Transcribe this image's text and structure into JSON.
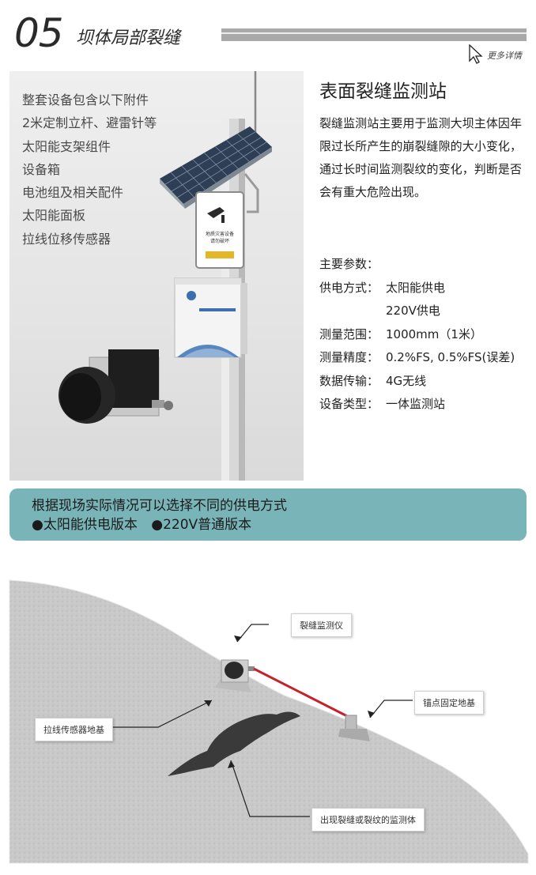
{
  "header": {
    "number": "05",
    "title": "坝体局部裂缝",
    "more_link": "更多详情"
  },
  "accessories": [
    "整套设备包含以下附件",
    "2米定制立杆、避雷针等",
    "太阳能支架组件",
    "设备箱",
    "电池组及相关配件",
    "太阳能面板",
    "拉线位移传感器"
  ],
  "sign_text": [
    "地质灾害设备",
    "请勿破坏"
  ],
  "station": {
    "title": "表面裂缝监测站",
    "description": "裂缝监测站主要用于监测大坝主体因年限过长所产生的崩裂缝隙的大小变化，通过长时间监测裂纹的变化，判断是否会有重大危险出现。"
  },
  "params": {
    "heading": "主要参数：",
    "rows": [
      {
        "key": "供电方式：",
        "value": "太阳能供电"
      },
      {
        "key": "",
        "value": "220V供电"
      },
      {
        "key": "测量范围：",
        "value": "1000mm（1米）"
      },
      {
        "key": "测量精度：",
        "value": "0.2%FS, 0.5%FS(误差)"
      },
      {
        "key": "数据传输：",
        "value": "4G无线"
      },
      {
        "key": "设备类型：",
        "value": "一体监测站"
      }
    ]
  },
  "banner": {
    "line1": "根据现场实际情况可以选择不同的供电方式",
    "option1": "●太阳能供电版本",
    "option2": "●220V普通版本"
  },
  "diagram": {
    "crack_meter": "裂缝监测仪",
    "anchor": "锚点固定地基",
    "sensor_base": "拉线传感器地基",
    "monitored_body": "出现裂缝或裂纹的监测体"
  },
  "colors": {
    "banner": "#79b5b8",
    "header_bar": "#a9a9a9",
    "wire": "#c8202a"
  }
}
